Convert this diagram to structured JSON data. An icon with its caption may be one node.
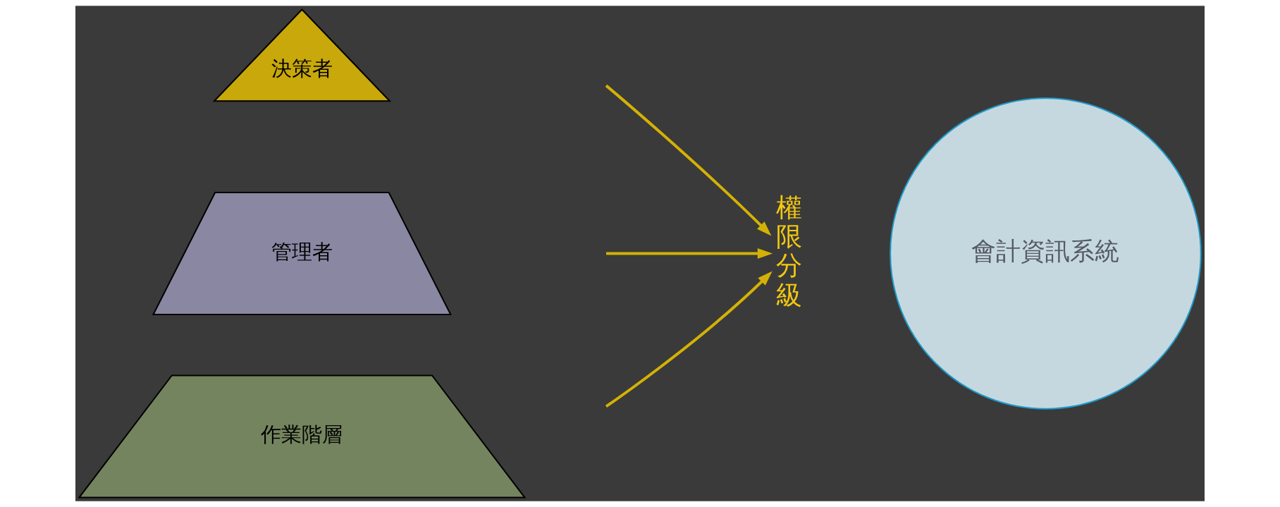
{
  "diagram": {
    "nodes": [
      {
        "text": [
          "決策者"
        ]
      },
      {
        "text": [
          "管理者"
        ]
      },
      {
        "text": [
          "作業階層"
        ]
      },
      {
        "text": [
          "權限分級"
        ]
      },
      {
        "text": [
          "會計資訊系統"
        ]
      }
    ],
    "edges": [
      {
        "from": null,
        "to": 3,
        "arrow": "to"
      },
      {
        "from": null,
        "to": 3,
        "arrow": "to"
      },
      {
        "from": null,
        "to": 3,
        "arrow": "to"
      }
    ]
  }
}
